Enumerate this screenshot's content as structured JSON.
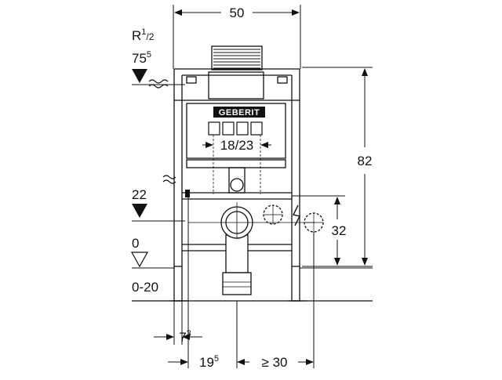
{
  "labels": {
    "top_width": "50",
    "thread_main": "R",
    "thread_sup": "1",
    "thread_rest": "/2",
    "inlet_height": "75",
    "inlet_height_sup": "5",
    "frame_height": "82",
    "button_width": "18/23",
    "water_height": "22",
    "outlet_height": "32",
    "floor_level": "0",
    "floor_range": "0-20",
    "leg_offset": "7",
    "leg_offset_sup": "3",
    "axis_offset": "19",
    "axis_offset_sup": "5",
    "wall_gap": "≥ 30"
  },
  "brand": "GEBERIT"
}
